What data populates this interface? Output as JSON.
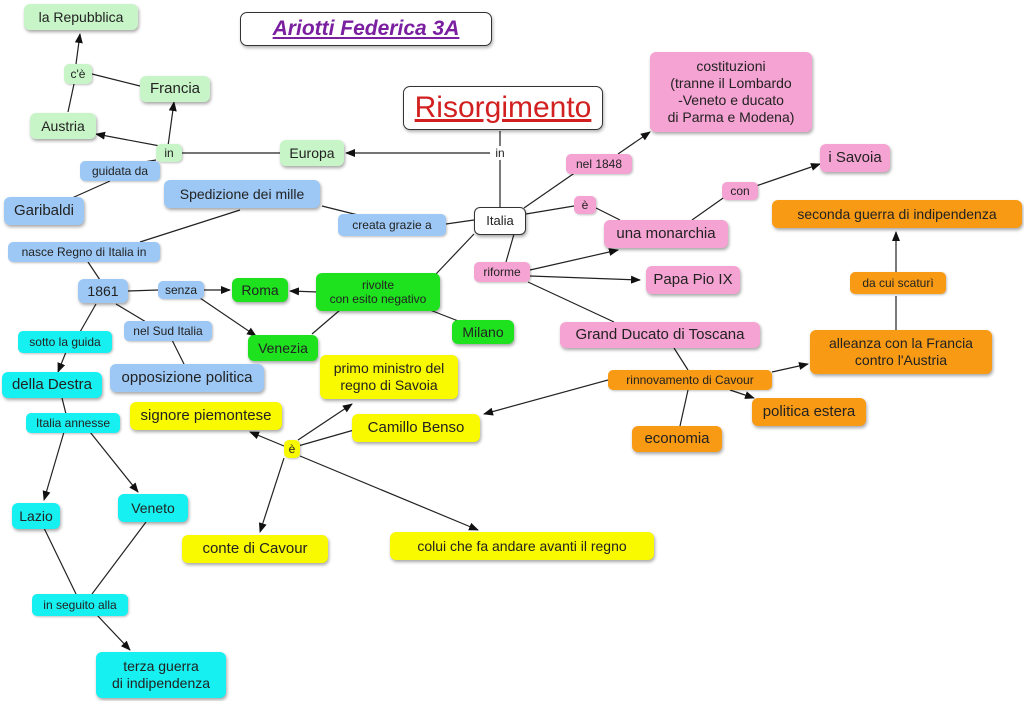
{
  "title": "Ariotti Federica 3A",
  "topic": "Risorgimento",
  "nodes": {
    "italia": "Italia",
    "europa": "Europa",
    "repubblica": "la Repubblica",
    "francia": "Francia",
    "austria": "Austria",
    "garibaldi": "Garibaldi",
    "spedizione": "Spedizione dei mille",
    "anno1861": "1861",
    "roma": "Roma",
    "rivolte": "rivolte\ncon esito negativo",
    "milano": "Milano",
    "venezia": "Venezia",
    "opposizione": "opposizione politica",
    "destra": "della Destra",
    "lazio": "Lazio",
    "veneto": "Veneto",
    "terza_guerra": "terza guerra\ndi indipendenza",
    "costituzioni": "costituzioni\n(tranne il Lombardo\n-Veneto e ducato\ndi Parma e Modena)",
    "savoia": "i Savoia",
    "monarchia": "una monarchia",
    "papa": "Papa Pio IX",
    "granducato": "Grand Ducato di Toscana",
    "seconda_guerra": "seconda guerra di indipendenza",
    "alleanza": "alleanza con la Francia\ncontro l'Austria",
    "politica_estera": "politica estera",
    "economia": "economia",
    "primo_ministro": "primo ministro del\nregno di Savoia",
    "signore": "signore piemontese",
    "camillo": "Camillo Benso",
    "conte": "conte di Cavour",
    "colui": "colui che fa andare avanti il regno"
  },
  "labels": {
    "in_topic": "in",
    "ce": "c'è",
    "in_europa": "in",
    "guidata_da": "guidata da",
    "creata_grazie_a": "creata grazie a",
    "nasce_regno": "nasce Regno di Italia in",
    "senza": "senza",
    "nel_sud": "nel Sud Italia",
    "sotto_guida": "sotto la guida",
    "italia_annesse": "Italia annesse",
    "in_seguito": "in seguito alla",
    "nel1848": "nel 1848",
    "e_monarchia": "è",
    "con": "con",
    "riforme": "riforme",
    "da_cui": "da cui scaturì",
    "rinnovamento": "rinnovamento di Cavour",
    "e_cavour": "è"
  },
  "colors": {
    "light_green": "#c8f5c8",
    "light_blue": "#9dc8f5",
    "bright_green": "#1fe21f",
    "pink": "#f5a3d2",
    "orange": "#f99a14",
    "yellow": "#f9f900",
    "cyan": "#17f0f0",
    "topic_red": "#d21f1f",
    "title_purple": "#7a1fa0"
  }
}
